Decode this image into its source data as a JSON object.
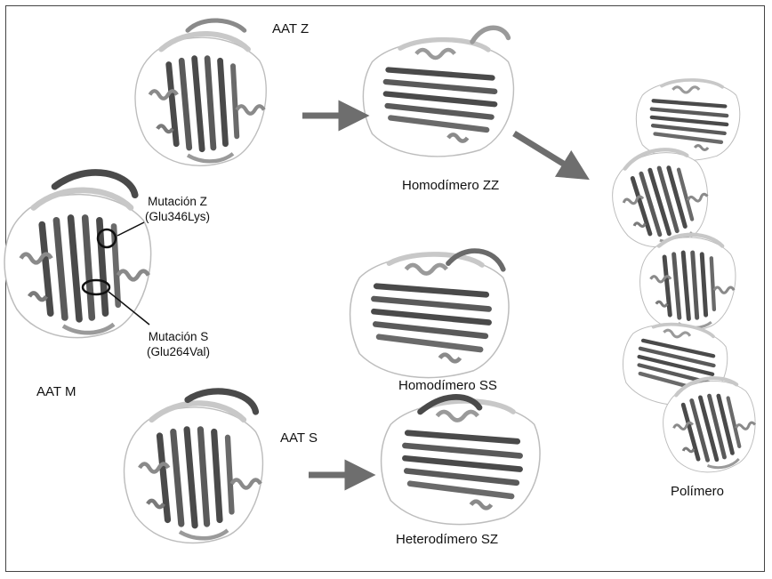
{
  "colors": {
    "ribbon_dark": "#4a4a4a",
    "ribbon_mid": "#8a8a8a",
    "ribbon_light": "#c8c8c8",
    "arrow": "#6e6e6e",
    "outline": "#bdbdbd"
  },
  "labels": {
    "aat_z": "AAT Z",
    "aat_m": "AAT M",
    "aat_s": "AAT S",
    "homodimero_zz": "Homodímero ZZ",
    "homodimero_ss": "Homodímero SS",
    "heterodimero_sz": "Heterodímero SZ",
    "polimero": "Polímero"
  },
  "annotations": {
    "mutacion_z": {
      "line1": "Mutación Z",
      "line2": "(Glu346Lys)"
    },
    "mutacion_s": {
      "line1": "Mutación S",
      "line2": "(Glu264Val)"
    }
  },
  "icons": [
    "protein-structure-icon",
    "arrow-right-icon",
    "mutation-circle-icon"
  ]
}
